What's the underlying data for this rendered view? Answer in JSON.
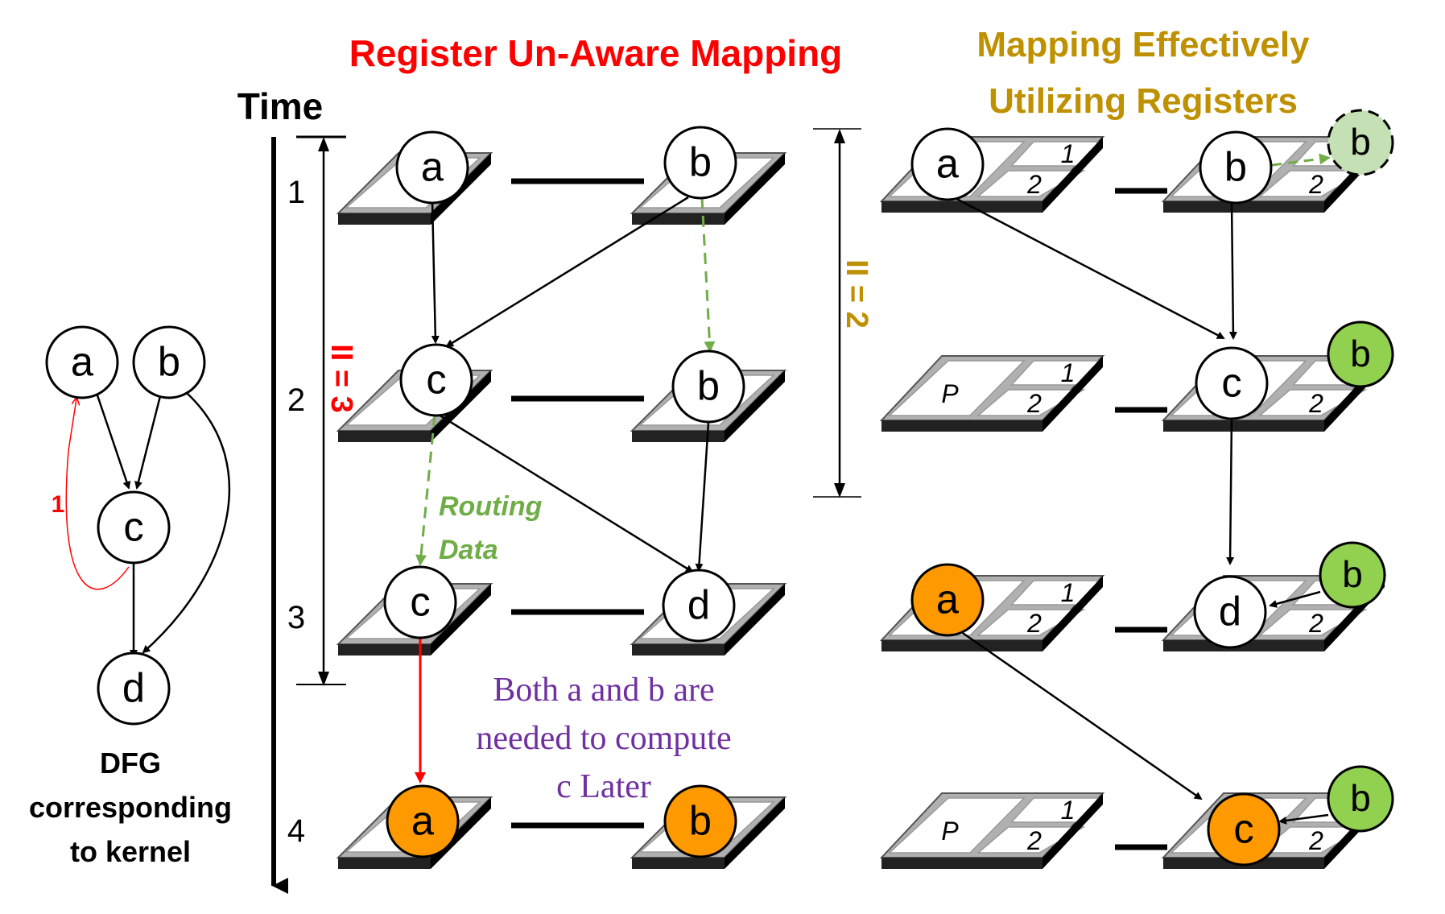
{
  "titles": {
    "unaware": "Register Un-Aware Mapping",
    "aware_line1": "Mapping Effectively",
    "aware_line2": "Utilizing Registers",
    "time": "Time"
  },
  "colors": {
    "unaware_title": "#ff0000",
    "aware_title": "#bf9000",
    "routing": "#70ad47",
    "note": "#7030a0",
    "orange_node": "#ff9900",
    "green_node": "#92d050",
    "light_green_node": "#c5e0b4",
    "loop_edge": "#ff0000"
  },
  "time_steps": [
    "1",
    "2",
    "3",
    "4"
  ],
  "ii_unaware": "II = 3",
  "ii_aware": "II = 2",
  "dfg": {
    "nodes": [
      "a",
      "b",
      "c",
      "d"
    ],
    "loop_weight": "1",
    "caption_line1": "DFG",
    "caption_line2": "corresponding",
    "caption_line3": "to kernel"
  },
  "unaware": {
    "row1": [
      "a",
      "b"
    ],
    "row2": [
      "c",
      "b"
    ],
    "row3": [
      "c",
      "d"
    ],
    "row4": [
      "a",
      "b"
    ],
    "routing_line1": "Routing",
    "routing_line2": "Data",
    "note_line1": "Both a and b are",
    "note_line2": "needed to compute",
    "note_line3": "c Later"
  },
  "aware": {
    "row1": [
      "a",
      "b",
      "b"
    ],
    "row2": [
      "c",
      "b"
    ],
    "row3": [
      "a",
      "d",
      "b"
    ],
    "row4": [
      "c",
      "b"
    ],
    "reg1": "1",
    "reg2": "2",
    "pe_label": "P"
  }
}
